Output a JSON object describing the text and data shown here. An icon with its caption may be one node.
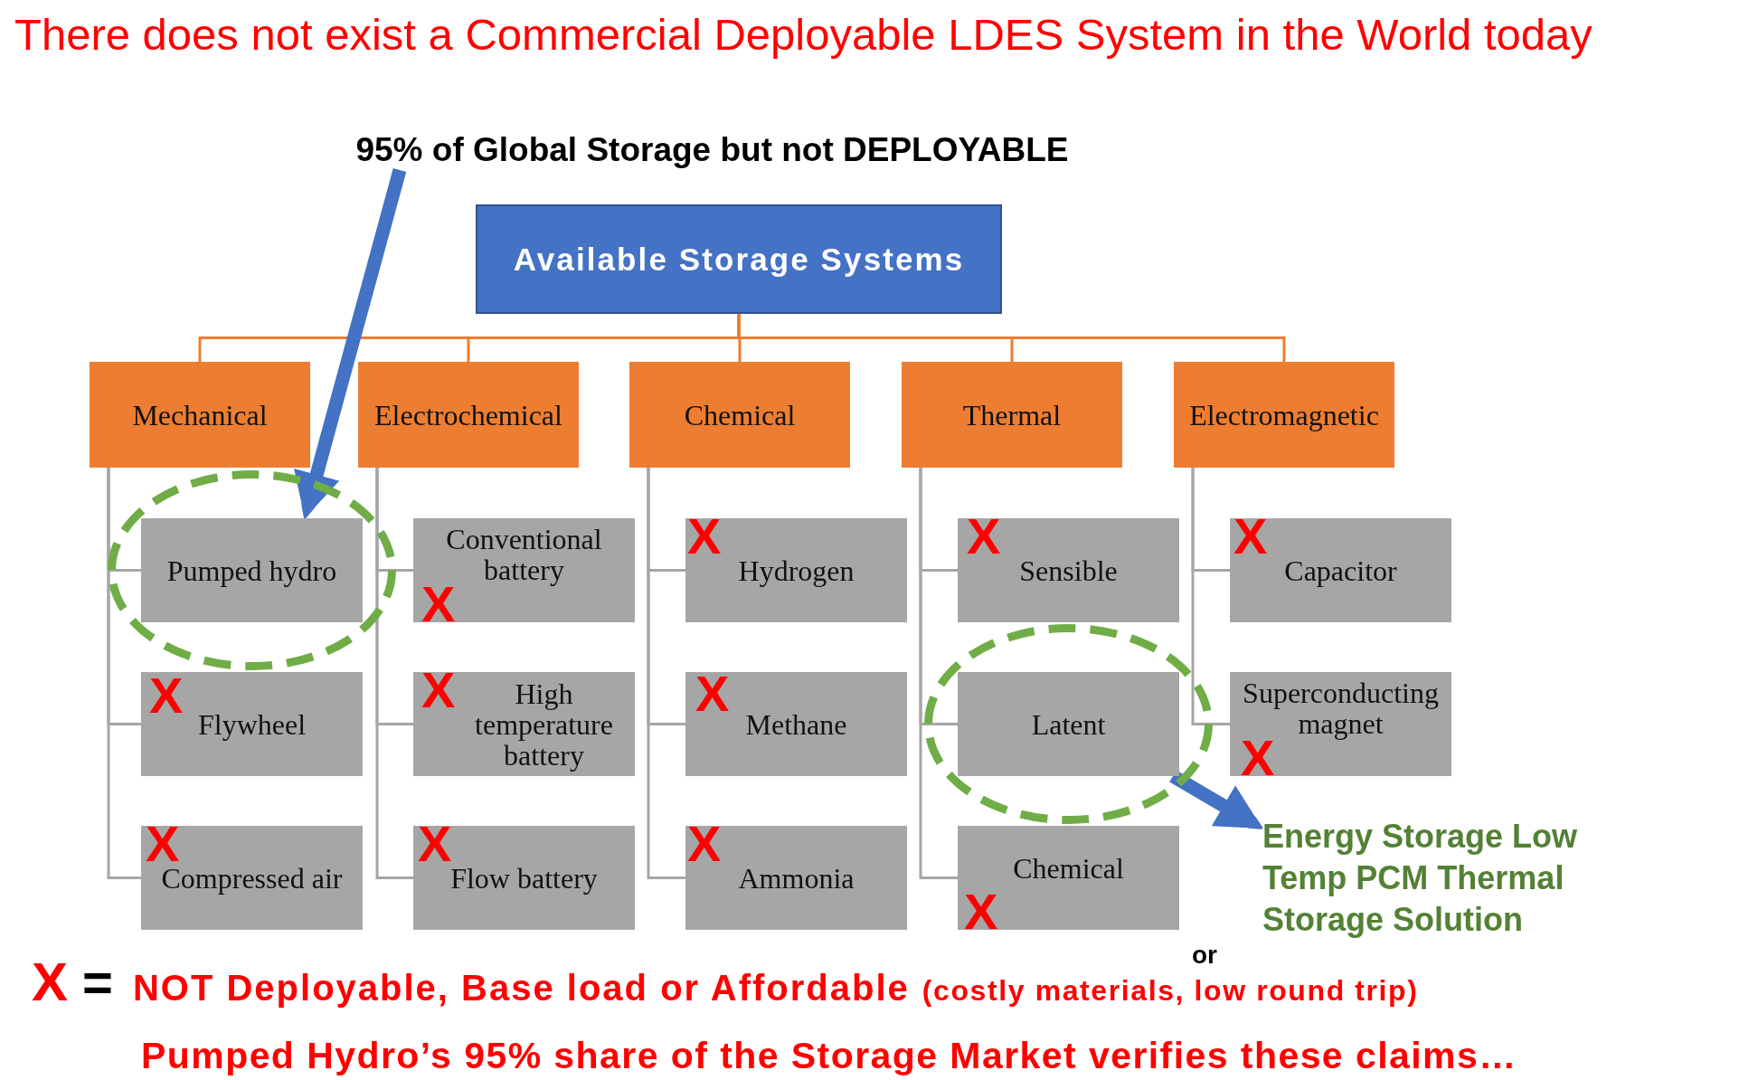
{
  "diagram": {
    "title": "There does not exist a Commercial Deployable LDES System in the World today",
    "nodes": [
      {
        "text": [
          "95% of Global Storage but not DEPLOYABLE"
        ]
      },
      {
        "text": [
          "Available Storage Systems"
        ]
      },
      {
        "text": [
          "Mechanical"
        ]
      },
      {
        "text": [
          "Electrochemical"
        ]
      },
      {
        "text": [
          "Chemical"
        ]
      },
      {
        "text": [
          "Thermal"
        ]
      },
      {
        "text": [
          "Electromagnetic"
        ]
      },
      {
        "text": [],
        "shape": "ellipse"
      },
      {
        "text": [
          "Pumped hydro"
        ],
        "in": 7
      },
      {
        "text": [
          "Conventional battery",
          "X"
        ]
      },
      {
        "text": [
          "X",
          "Hydrogen"
        ]
      },
      {
        "text": [
          "X",
          "Sensible"
        ]
      },
      {
        "text": [
          "X",
          "Capacitor"
        ]
      },
      {
        "text": [
          "X",
          "Flywheel"
        ]
      },
      {
        "text": [
          "X",
          "High temperature battery"
        ]
      },
      {
        "text": [
          "X",
          "Methane"
        ]
      },
      {
        "text": [],
        "shape": "ellipse"
      },
      {
        "text": [
          "Latent"
        ],
        "in": 16
      },
      {
        "text": [
          "Superconducting magnet",
          "X"
        ]
      },
      {
        "text": [
          "X",
          "Compressed air"
        ]
      },
      {
        "text": [
          "X",
          "Flow battery"
        ]
      },
      {
        "text": [
          "X",
          "Ammonia"
        ]
      },
      {
        "text": [
          "Chemical",
          "X"
        ]
      },
      {
        "text": [
          "Energy Storage Low Temp PCM Thermal Storage Solution"
        ]
      }
    ],
    "edges": [
      {
        "from": 1,
        "to": 2,
        "arrow": "none",
        "color": "#ed7d31"
      },
      {
        "from": 1,
        "to": 3,
        "arrow": "none",
        "color": "#ed7d31"
      },
      {
        "from": 1,
        "to": 4,
        "arrow": "none",
        "color": "#ed7d31"
      },
      {
        "from": 1,
        "to": 5,
        "arrow": "none",
        "color": "#ed7d31"
      },
      {
        "from": 1,
        "to": 6,
        "arrow": "none",
        "color": "#ed7d31"
      },
      {
        "from": 2,
        "to": 8,
        "arrow": "none"
      },
      {
        "from": 2,
        "to": 13,
        "arrow": "none"
      },
      {
        "from": 2,
        "to": 19,
        "arrow": "none"
      },
      {
        "from": 3,
        "to": 9,
        "arrow": "none"
      },
      {
        "from": 3,
        "to": 14,
        "arrow": "none"
      },
      {
        "from": 3,
        "to": 20,
        "arrow": "none"
      },
      {
        "from": 4,
        "to": 10,
        "arrow": "none"
      },
      {
        "from": 4,
        "to": 15,
        "arrow": "none"
      },
      {
        "from": 4,
        "to": 21,
        "arrow": "none"
      },
      {
        "from": 5,
        "to": 11,
        "arrow": "none"
      },
      {
        "from": 5,
        "to": 17,
        "arrow": "none"
      },
      {
        "from": 5,
        "to": 22,
        "arrow": "none"
      },
      {
        "from": 6,
        "to": 12,
        "arrow": "none"
      },
      {
        "from": 6,
        "to": 18,
        "arrow": "none"
      },
      {
        "from": 0,
        "to": 8,
        "arrow": "to",
        "style": "thick",
        "color": "#4472c4"
      },
      {
        "from": 17,
        "to": 23,
        "arrow": "to",
        "style": "thick",
        "color": "#4472c4"
      }
    ],
    "labels": [
      "or",
      "X",
      "=",
      "NOT Deployable, Base load or Affordable",
      "(costly materials, low round trip)",
      "Pumped Hydro’s 95% share of the Storage Market verifies these claims…"
    ]
  }
}
